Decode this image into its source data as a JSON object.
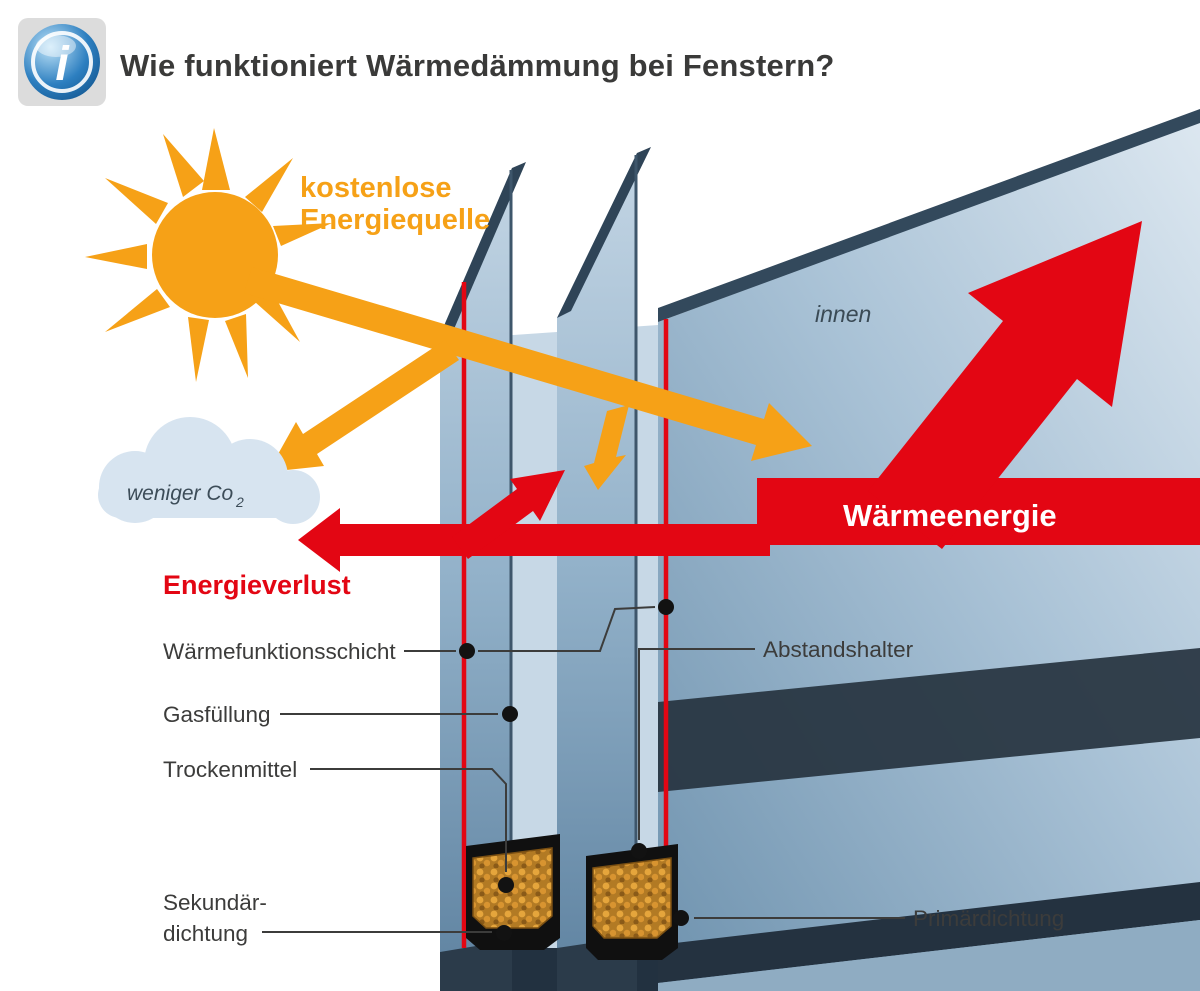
{
  "header": {
    "title": "Wie funktioniert Wärmedämmung bei Fenstern?",
    "icon": "info-icon"
  },
  "sun": {
    "label_line1": "kostenlose",
    "label_line2": "Energiequelle",
    "color": "#F6A117"
  },
  "cloud": {
    "label": "weniger Co",
    "label_sub": "2"
  },
  "arrows": {
    "heat_energy_label": "Wärmeenergie",
    "energy_loss_label": "Energieverlust",
    "red": "#E30613",
    "orange": "#F6A117"
  },
  "window": {
    "inside_label": "innen",
    "glass_color": "#A9C2D6",
    "coating_color": "#E30613",
    "desiccant_color": "#D89430"
  },
  "labels": {
    "coating": "Wärmefunktionsschicht",
    "gas": "Gasfüllung",
    "desiccant": "Trockenmittel",
    "secondary_seal_line1": "Sekundär-",
    "secondary_seal_line2": "dichtung",
    "spacer": "Abstandshalter",
    "primary_seal": "Primärdichtung"
  },
  "text_color": "#3C3C3B"
}
